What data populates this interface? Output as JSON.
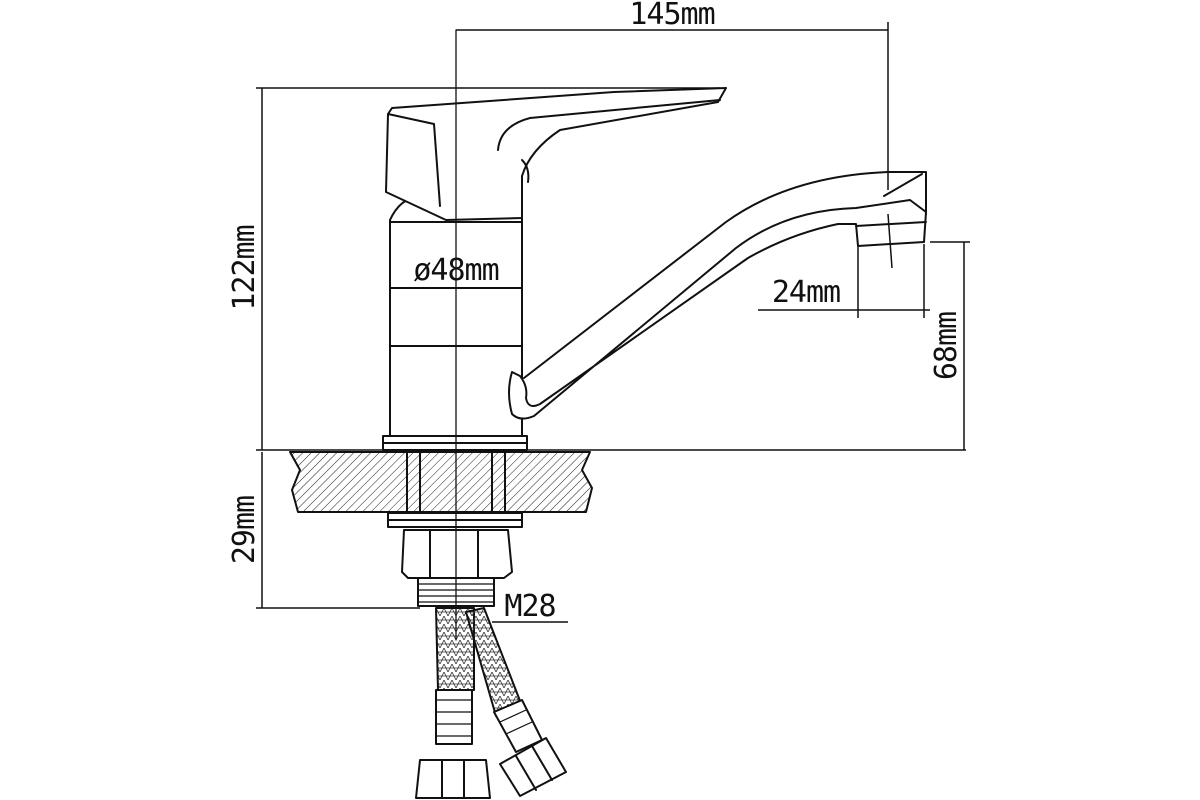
{
  "dimensions": {
    "overall_reach": "145mm",
    "overall_height": "122mm",
    "body_diameter": "ø48mm",
    "spout_outlet": "24mm",
    "spout_height": "68mm",
    "shank_length": "29mm",
    "thread": "M28"
  },
  "colors": {
    "line": "#111111",
    "background": "#ffffff"
  }
}
